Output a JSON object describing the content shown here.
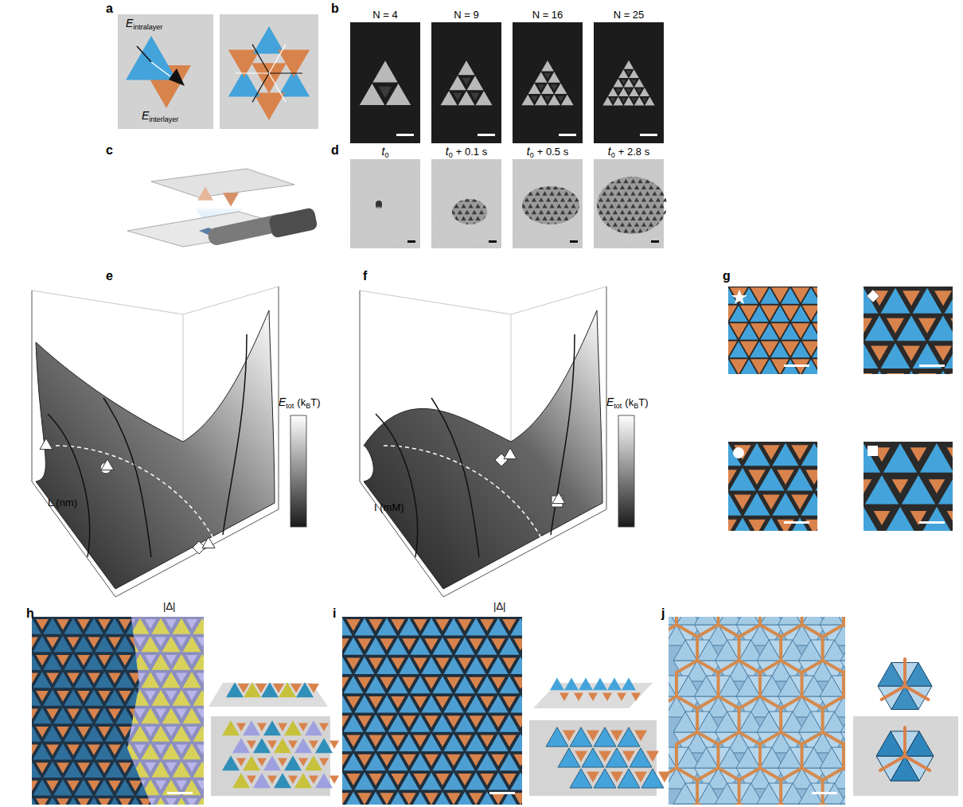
{
  "diagram": {
    "labels": [
      "a",
      "b",
      "c",
      "d",
      "e",
      "f",
      "g",
      "h",
      "i",
      "j",
      "E",
      "intralayer",
      "E",
      "interlayer",
      "N = 4",
      "N = 9",
      "N = 16",
      "N = 25",
      "t",
      "0",
      "t",
      "0",
      "+ 0.1 s",
      "t",
      "0",
      "+ 0.5 s",
      "t",
      "0",
      "+ 2.8 s",
      "E",
      "tot",
      "(k",
      "B",
      "T)",
      "L (nm)",
      "|Δ|",
      "E",
      "tot",
      "(k",
      "B",
      "T)",
      "I (mM)",
      "|Δ|"
    ]
  }
}
